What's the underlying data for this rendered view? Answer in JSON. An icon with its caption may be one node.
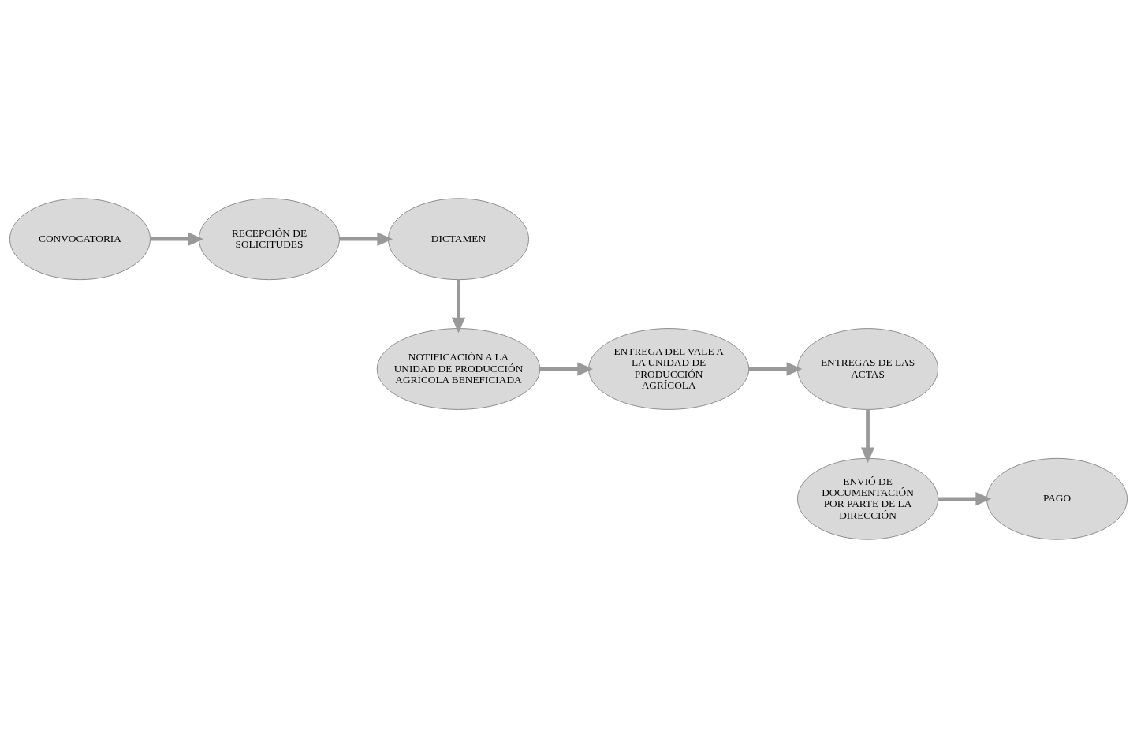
{
  "diagram": {
    "nodes": [
      {
        "text": [
          "CONVOCATORIA"
        ]
      },
      {
        "text": [
          "RECEPCIÓN DE SOLICITUDES"
        ]
      },
      {
        "text": [
          "DICTAMEN"
        ]
      },
      {
        "text": [
          "NOTIFICACIÓN A LA UNIDAD DE PRODUCCIÓN AGRÍCOLA BENEFICIADA"
        ]
      },
      {
        "text": [
          "ENTREGA DEL VALE A LA UNIDAD DE PRODUCCIÓN AGRÍCOLA"
        ]
      },
      {
        "text": [
          "ENTREGAS DE LAS ACTAS"
        ]
      },
      {
        "text": [
          "ENVIÓ DE DOCUMENTACIÓN POR PARTE DE LA DIRECCIÓN"
        ]
      },
      {
        "text": [
          "PAGO"
        ]
      }
    ],
    "edges": [
      {
        "from": 0,
        "to": 1,
        "arrow": "to"
      },
      {
        "from": 1,
        "to": 2,
        "arrow": "to"
      },
      {
        "from": 2,
        "to": 3,
        "arrow": "to"
      },
      {
        "from": 3,
        "to": 4,
        "arrow": "to"
      },
      {
        "from": 4,
        "to": 5,
        "arrow": "to"
      },
      {
        "from": 5,
        "to": 6,
        "arrow": "to"
      },
      {
        "from": 6,
        "to": 7,
        "arrow": "to"
      }
    ]
  }
}
